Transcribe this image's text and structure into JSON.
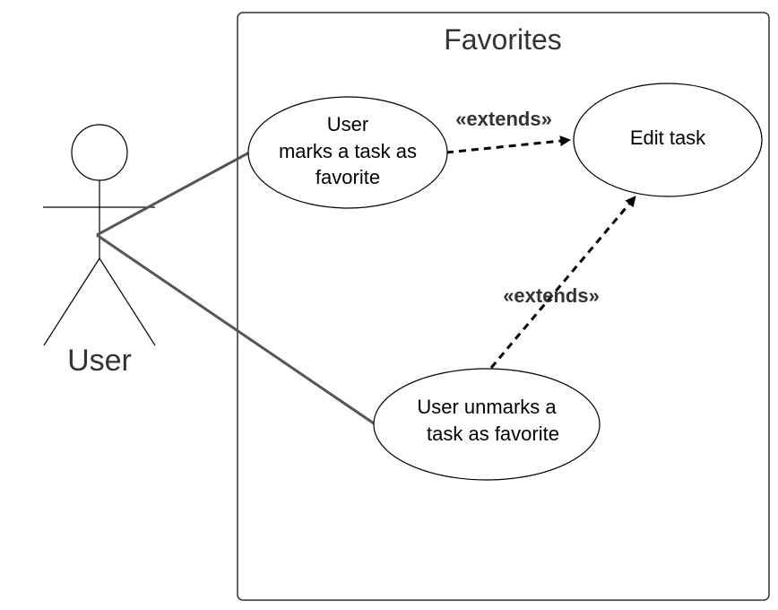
{
  "system": {
    "title": "Favorites"
  },
  "actor": {
    "label": "User"
  },
  "use_cases": {
    "mark_favorite": {
      "lines": [
        "User",
        "marks a task as",
        "favorite"
      ]
    },
    "edit_task": {
      "lines": [
        "Edit task"
      ]
    },
    "unmark_favorite": {
      "lines": [
        "User unmarks a",
        "task as favorite"
      ]
    }
  },
  "relations": {
    "extends_top": "«extends»",
    "extends_bottom": "«extends»"
  },
  "colors": {
    "association": "#555555",
    "stroke": "#000000",
    "frame": "#333333"
  }
}
